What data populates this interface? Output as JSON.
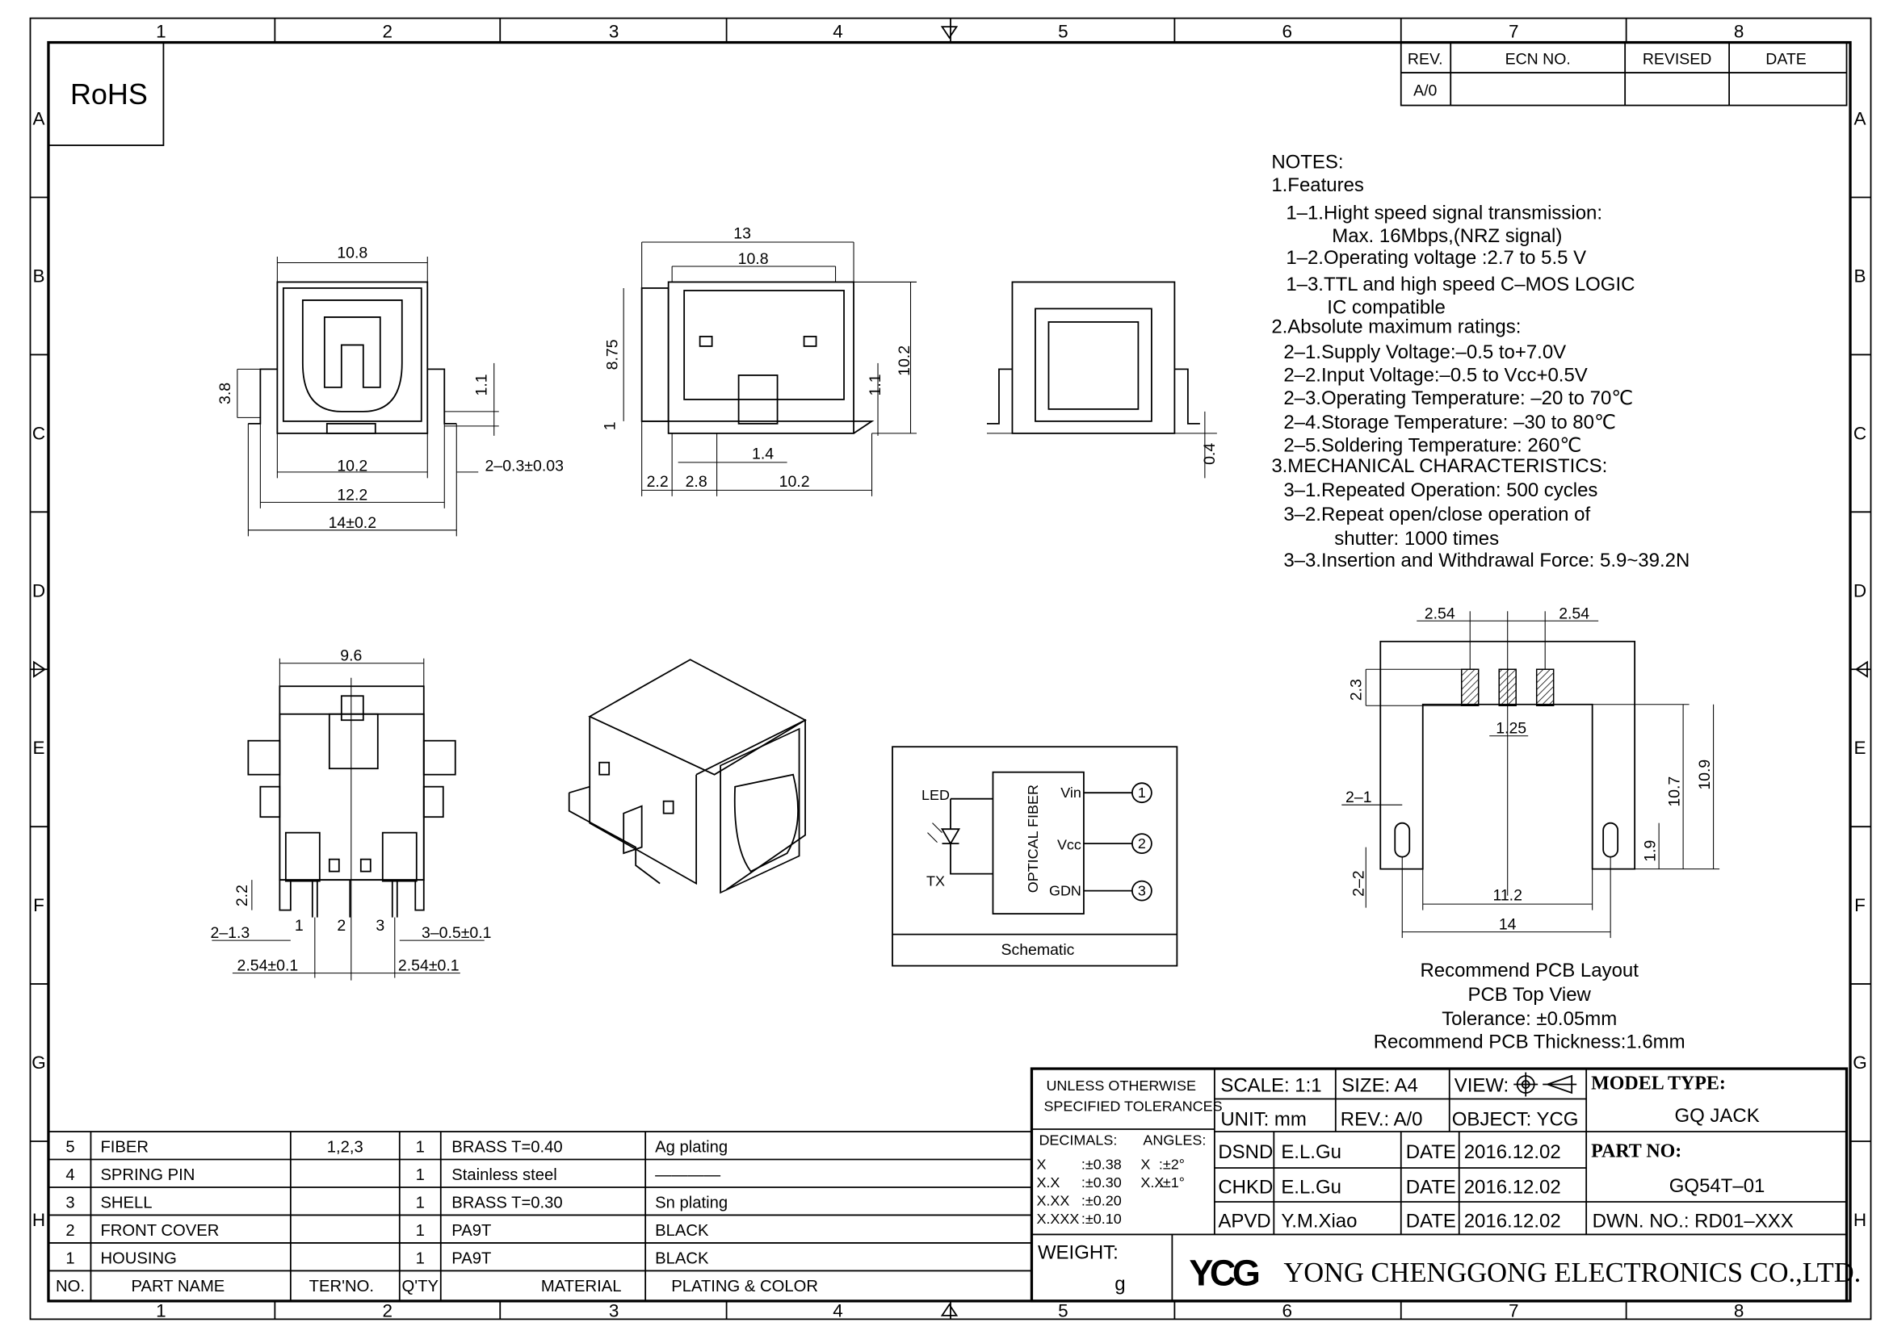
{
  "border": {
    "columns": [
      "1",
      "2",
      "3",
      "4",
      "5",
      "6",
      "7",
      "8"
    ],
    "rows": [
      "A",
      "B",
      "C",
      "D",
      "E",
      "F",
      "G",
      "H"
    ]
  },
  "rohs": "RoHS",
  "revision_table": {
    "headers": [
      "REV.",
      "ECN NO.",
      "REVISED",
      "DATE"
    ],
    "rows": [
      [
        "A/0",
        "",
        "",
        ""
      ]
    ]
  },
  "notes": {
    "lines": [
      "NOTES:",
      "1.Features",
      "1–1.Hight  speed  signal  transmission:",
      "Max.  16Mbps,(NRZ  signal)",
      "1–2.Operating  voltage  :2.7  to  5.5  V",
      "1–3.TTL  and  high  speed  C–MOS  LOGIC",
      "IC  compatible",
      "2.Absolute  maximum  ratings:",
      "2–1.Supply  Voltage:–0.5  to+7.0V",
      "2–2.Input  Voltage:–0.5  to  Vcc+0.5V",
      "2–3.Operating  Temperature:  –20  to  70℃",
      "2–4.Storage  Temperature:  –30  to  80℃",
      "2–5.Soldering  Temperature:  260℃",
      "3.MECHANICAL  CHARACTERISTICS:",
      "3–1.Repeated  Operation:  500  cycles",
      "3–2.Repeat  open/close  operation  of",
      "shutter:  1000  times",
      "3–3.Insertion  and  Withdrawal  Force:  5.9~39.2N"
    ]
  },
  "front_view": {
    "dims": [
      "10.8",
      "3.8",
      "1.1",
      "10.2",
      "2–0.3±0.03",
      "12.2",
      "14±0.2"
    ]
  },
  "side_view": {
    "dims": [
      "13",
      "10.8",
      "8.75",
      "1",
      "1.1",
      "10.2",
      "1.4",
      "2.2",
      "2.8",
      "10.2"
    ]
  },
  "rear_view": {
    "dims": [
      "0.4"
    ]
  },
  "bottom_view": {
    "dims": [
      "9.6",
      "2.2",
      "2–1.3",
      "1",
      "2",
      "3",
      "3–0.5±0.1",
      "2.54±0.1",
      "2.54±0.1"
    ]
  },
  "schematic": {
    "title": "Schematic",
    "led": "LED",
    "tx": "TX",
    "fiber": "OPTICAL  FIBER",
    "pins": [
      {
        "label": "Vin",
        "num": "1"
      },
      {
        "label": "Vcc",
        "num": "2"
      },
      {
        "label": "GDN",
        "num": "3"
      }
    ]
  },
  "pcb_layout": {
    "dims": [
      "2.54",
      "2.54",
      "2.3",
      "1.25",
      "10.7",
      "10.9",
      "2–1",
      "2–2",
      "1.9",
      "11.2",
      "14"
    ],
    "caption": [
      "Recommend  PCB  Layout",
      "PCB  Top  View",
      "Tolerance:  ±0.05mm",
      "Recommend  PCB  Thickness:1.6mm"
    ]
  },
  "parts_table": {
    "headers": [
      "NO.",
      "PART  NAME",
      "TER'NO.",
      "Q'TY",
      "MATERIAL",
      "PLATING  &  COLOR"
    ],
    "rows": [
      [
        "5",
        "FIBER",
        "1,2,3",
        "1",
        "BRASS    T=0.40",
        "Ag  plating"
      ],
      [
        "4",
        "SPRING  PIN",
        "",
        "1",
        "Stainless  steel",
        "————"
      ],
      [
        "3",
        "SHELL",
        "",
        "1",
        "BRASS    T=0.30",
        "Sn  plating"
      ],
      [
        "2",
        "FRONT  COVER",
        "",
        "1",
        "PA9T",
        "BLACK"
      ],
      [
        "1",
        "HOUSING",
        "",
        "1",
        "PA9T",
        "BLACK"
      ]
    ]
  },
  "title_block": {
    "tolerances_title_1": "UNLESS  OTHERWISE",
    "tolerances_title_2": "SPECIFIED  TOLERANCES",
    "decimals_label": "DECIMALS:",
    "angles_label": "ANGLES:",
    "decimals": [
      {
        "k": "X",
        "v": ":±0.38"
      },
      {
        "k": "X.X",
        "v": ":±0.30"
      },
      {
        "k": "X.XX",
        "v": ":±0.20"
      },
      {
        "k": "X.XXX",
        "v": ":±0.10"
      }
    ],
    "angles": [
      {
        "k": "X",
        "v": ":±2°"
      },
      {
        "k": "X.X",
        "v": ":±1°"
      }
    ],
    "scale": "SCALE:  1:1",
    "size": "SIZE:  A4",
    "view": "VIEW:",
    "unit": "UNIT:  mm",
    "rev": "REV.:  A/0",
    "object": "OBJECT:  YCG",
    "model_type_label": "MODEL  TYPE:",
    "model_type": "GQ  JACK",
    "part_no_label": "PART  NO:",
    "part_no": "GQ54T–01",
    "dwn_no": "DWN.  NO.:  RD01–XXX",
    "signoffs": [
      {
        "role": "DSND",
        "name": "E.L.Gu",
        "date_label": "DATE",
        "date": "2016.12.02"
      },
      {
        "role": "CHKD",
        "name": "E.L.Gu",
        "date_label": "DATE",
        "date": "2016.12.02"
      },
      {
        "role": "APVD",
        "name": "Y.M.Xiao",
        "date_label": "DATE",
        "date": "2016.12.02"
      }
    ],
    "weight_label": "WEIGHT:",
    "weight_unit": "g",
    "logo": "YCG",
    "company": "YONG  CHENGGONG  ELECTRONICS  CO.,LTD."
  }
}
